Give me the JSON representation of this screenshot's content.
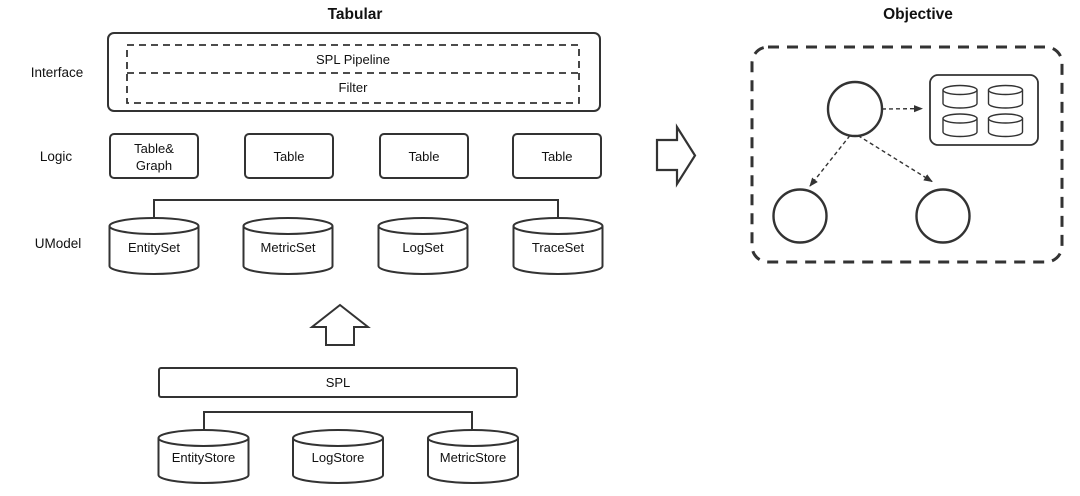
{
  "colors": {
    "stroke": "#333333",
    "text": "#111111",
    "background": "#ffffff"
  },
  "left": {
    "title": "Tabular",
    "row_labels": [
      "Interface",
      "Logic",
      "UModel"
    ],
    "interface": {
      "pipeline_label": "SPL Pipeline",
      "filter_label": "Filter"
    },
    "logic": {
      "boxes": [
        {
          "line1": "Table&",
          "line2": "Graph"
        },
        {
          "label": "Table"
        },
        {
          "label": "Table"
        },
        {
          "label": "Table"
        }
      ]
    },
    "umodel": {
      "cylinders": [
        "EntitySet",
        "MetricSet",
        "LogSet",
        "TraceSet"
      ]
    },
    "ingest": {
      "spl_label": "SPL",
      "stores": [
        "EntityStore",
        "LogStore",
        "MetricStore"
      ]
    }
  },
  "right": {
    "title": "Objective"
  },
  "icons": {
    "ingest_arrow": "up-block-arrow",
    "transform_arrow": "right-block-arrow",
    "node": "circle-node",
    "datastore": "database-cylinder"
  }
}
